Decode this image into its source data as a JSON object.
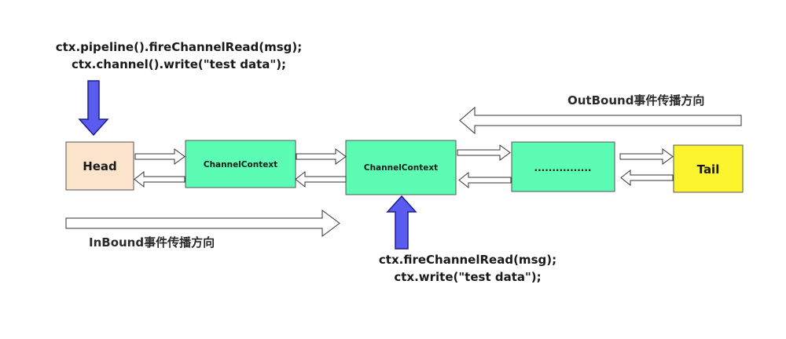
{
  "top_code": {
    "line1": "ctx.pipeline().fireChannelRead(msg);",
    "line2": "ctx.channel().write(\"test data\");"
  },
  "bottom_code": {
    "line1": "ctx.fireChannelRead(msg);",
    "line2": "ctx.write(\"test data\");"
  },
  "nodes": {
    "head": "Head",
    "context1": "ChannelContext",
    "context2": "ChannelContext",
    "ellipsis": "................",
    "tail": "Tail"
  },
  "directions": {
    "inbound": "InBound事件传播方向",
    "outbound": "OutBound事件传播方向"
  },
  "colors": {
    "head_fill": "#fce4cc",
    "context_fill": "#5cfcb4",
    "tail_fill": "#fcf42c",
    "pointer_arrow_fill": "#5a5cf0",
    "pointer_arrow_stroke": "#1c1c8c"
  }
}
